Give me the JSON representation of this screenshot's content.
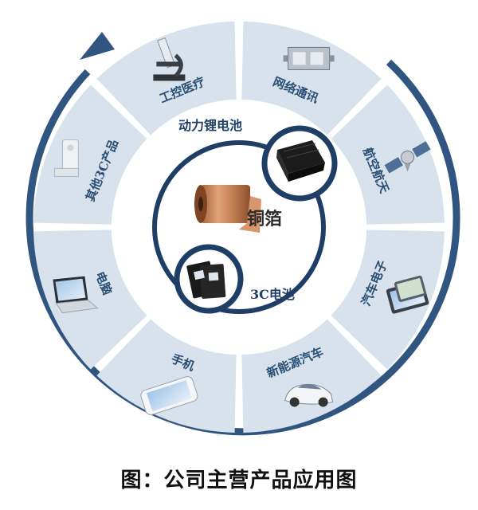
{
  "colors": {
    "outer_ring": "#2f5580",
    "segment_fill": "#d7e2ec",
    "segment_gap": "#ffffff",
    "inner_fill": "#ffffff",
    "navy": "#1f3e66",
    "copper": "#c98559"
  },
  "center": {
    "label": "铜箔",
    "icon": "copper-foil-roll-icon"
  },
  "batteries": {
    "power": {
      "label": "动力锂电池",
      "icon": "power-battery-pack-icon"
    },
    "consumer": {
      "label": "3C电池",
      "icon": "3c-battery-cells-icon"
    }
  },
  "segments": [
    {
      "label": "网络通讯",
      "icon": "network-filter-module-icon"
    },
    {
      "label": "航空航天",
      "icon": "satellite-icon"
    },
    {
      "label": "汽车电子",
      "icon": "car-navigation-screen-icon"
    },
    {
      "label": "新能源汽车",
      "icon": "electric-car-icon"
    },
    {
      "label": "手机",
      "icon": "smartphone-icon"
    },
    {
      "label": "电脑",
      "icon": "laptop-icon"
    },
    {
      "label": "其他3C产品",
      "icon": "security-camera-icon"
    },
    {
      "label": "工控医疗",
      "icon": "microscope-icon"
    }
  ],
  "caption": "图：公司主营产品应用图"
}
